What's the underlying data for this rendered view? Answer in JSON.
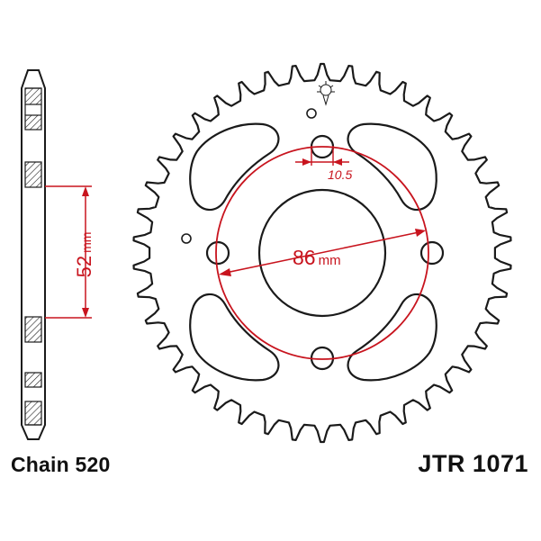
{
  "drawing": {
    "chain_caption": "Chain 520",
    "part_number": "JTR 1071",
    "dimensions": {
      "pcd_value": "86",
      "pcd_unit": "mm",
      "bolt_hole_value": "10.5",
      "sprocket_offset_value": "52",
      "sprocket_offset_unit": "mm"
    },
    "specs": {
      "teeth": 42,
      "bolt_holes": 4
    },
    "colors": {
      "line": "#1a1a1a",
      "dimension": "#c8141e",
      "background": "#ffffff"
    }
  }
}
